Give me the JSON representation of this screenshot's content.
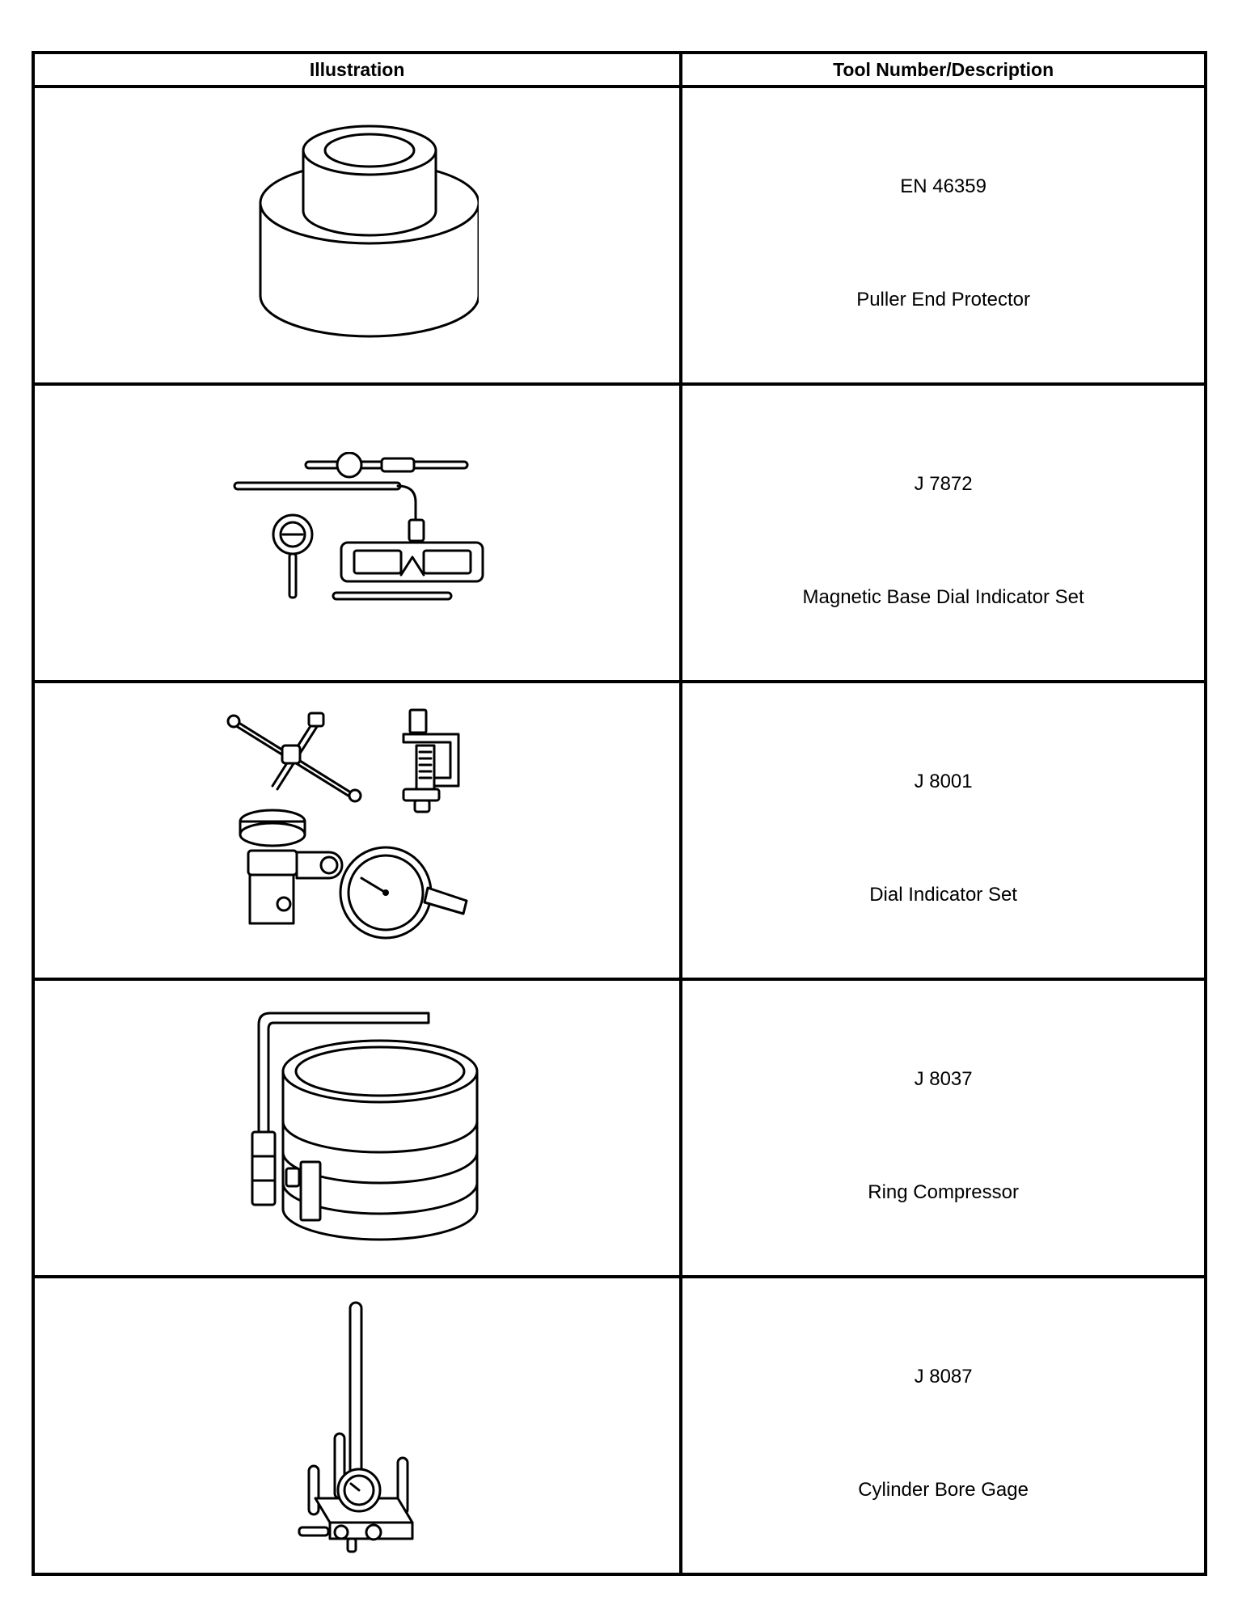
{
  "table": {
    "headers": [
      "Illustration",
      "Tool Number/Description"
    ],
    "rows": [
      {
        "number": "EN 46359",
        "name": "Puller End Protector",
        "icon": "puller-end-protector-illustration"
      },
      {
        "number": "J 7872",
        "name": "Magnetic Base Dial Indicator Set",
        "icon": "magnetic-base-dial-indicator-illustration"
      },
      {
        "number": "J 8001",
        "name": "Dial Indicator Set",
        "icon": "dial-indicator-set-illustration"
      },
      {
        "number": "J 8037",
        "name": "Ring Compressor",
        "icon": "ring-compressor-illustration"
      },
      {
        "number": "J 8087",
        "name": "Cylinder Bore Gage",
        "icon": "cylinder-bore-gage-illustration"
      }
    ]
  }
}
